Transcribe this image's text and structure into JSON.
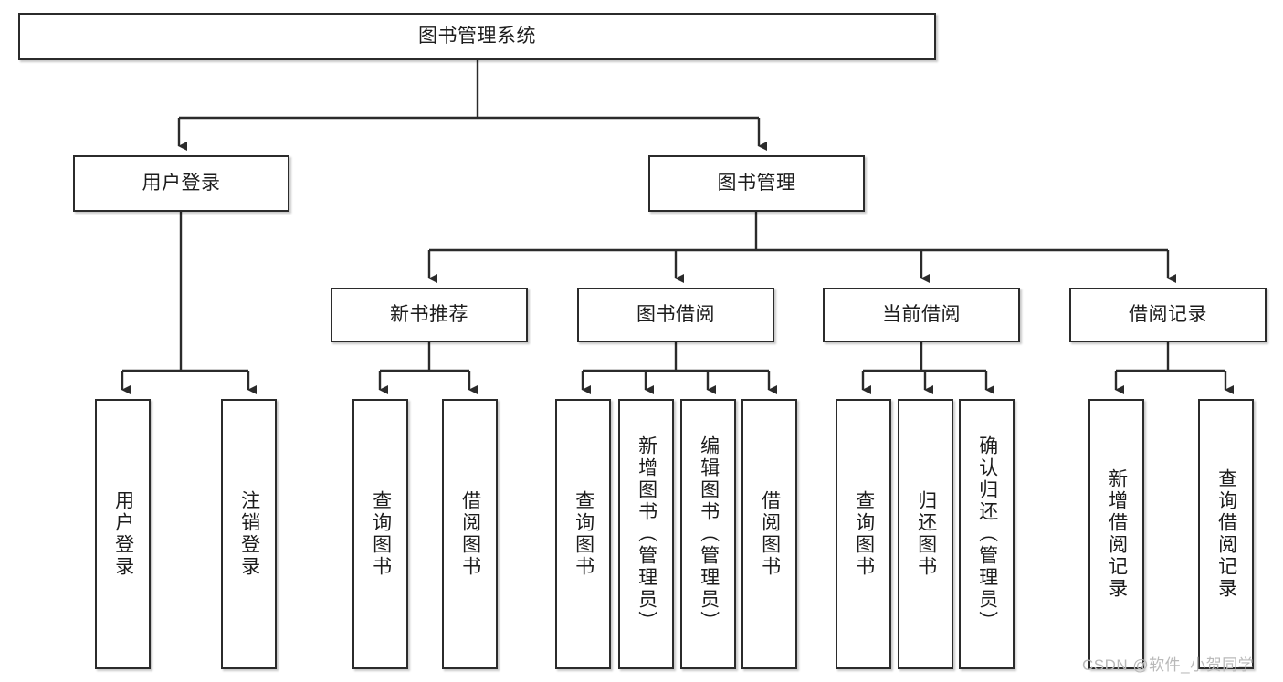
{
  "diagram": {
    "type": "tree",
    "title": "图书管理系统",
    "watermark": "CSDN @软件_小贺同学",
    "colors": {
      "box_border": "#2b2b2b",
      "box_fill": "#ffffff",
      "connector": "#2b2b2b",
      "text": "#1c1c1c",
      "watermark": "#b9b9b9"
    },
    "nodes": {
      "root": "图书管理系统",
      "level2": [
        {
          "label": "用户登录"
        },
        {
          "label": "图书管理"
        }
      ],
      "level3": [
        {
          "label": "新书推荐"
        },
        {
          "label": "图书借阅"
        },
        {
          "label": "当前借阅"
        },
        {
          "label": "借阅记录"
        }
      ],
      "leaves_user_login": [
        {
          "label": "用户登录"
        },
        {
          "label": "注销登录"
        }
      ],
      "leaves_new_book": [
        {
          "label": "查询图书"
        },
        {
          "label": "借阅图书"
        }
      ],
      "leaves_borrow": [
        {
          "label": "查询图书"
        },
        {
          "label": "新增图书（管理员）"
        },
        {
          "label": "编辑图书（管理员）"
        },
        {
          "label": "借阅图书"
        }
      ],
      "leaves_current": [
        {
          "label": "查询图书"
        },
        {
          "label": "归还图书"
        },
        {
          "label": "确认归还（管理员）"
        }
      ],
      "leaves_records": [
        {
          "label": "新增借阅记录"
        },
        {
          "label": "查询借阅记录"
        }
      ]
    }
  }
}
